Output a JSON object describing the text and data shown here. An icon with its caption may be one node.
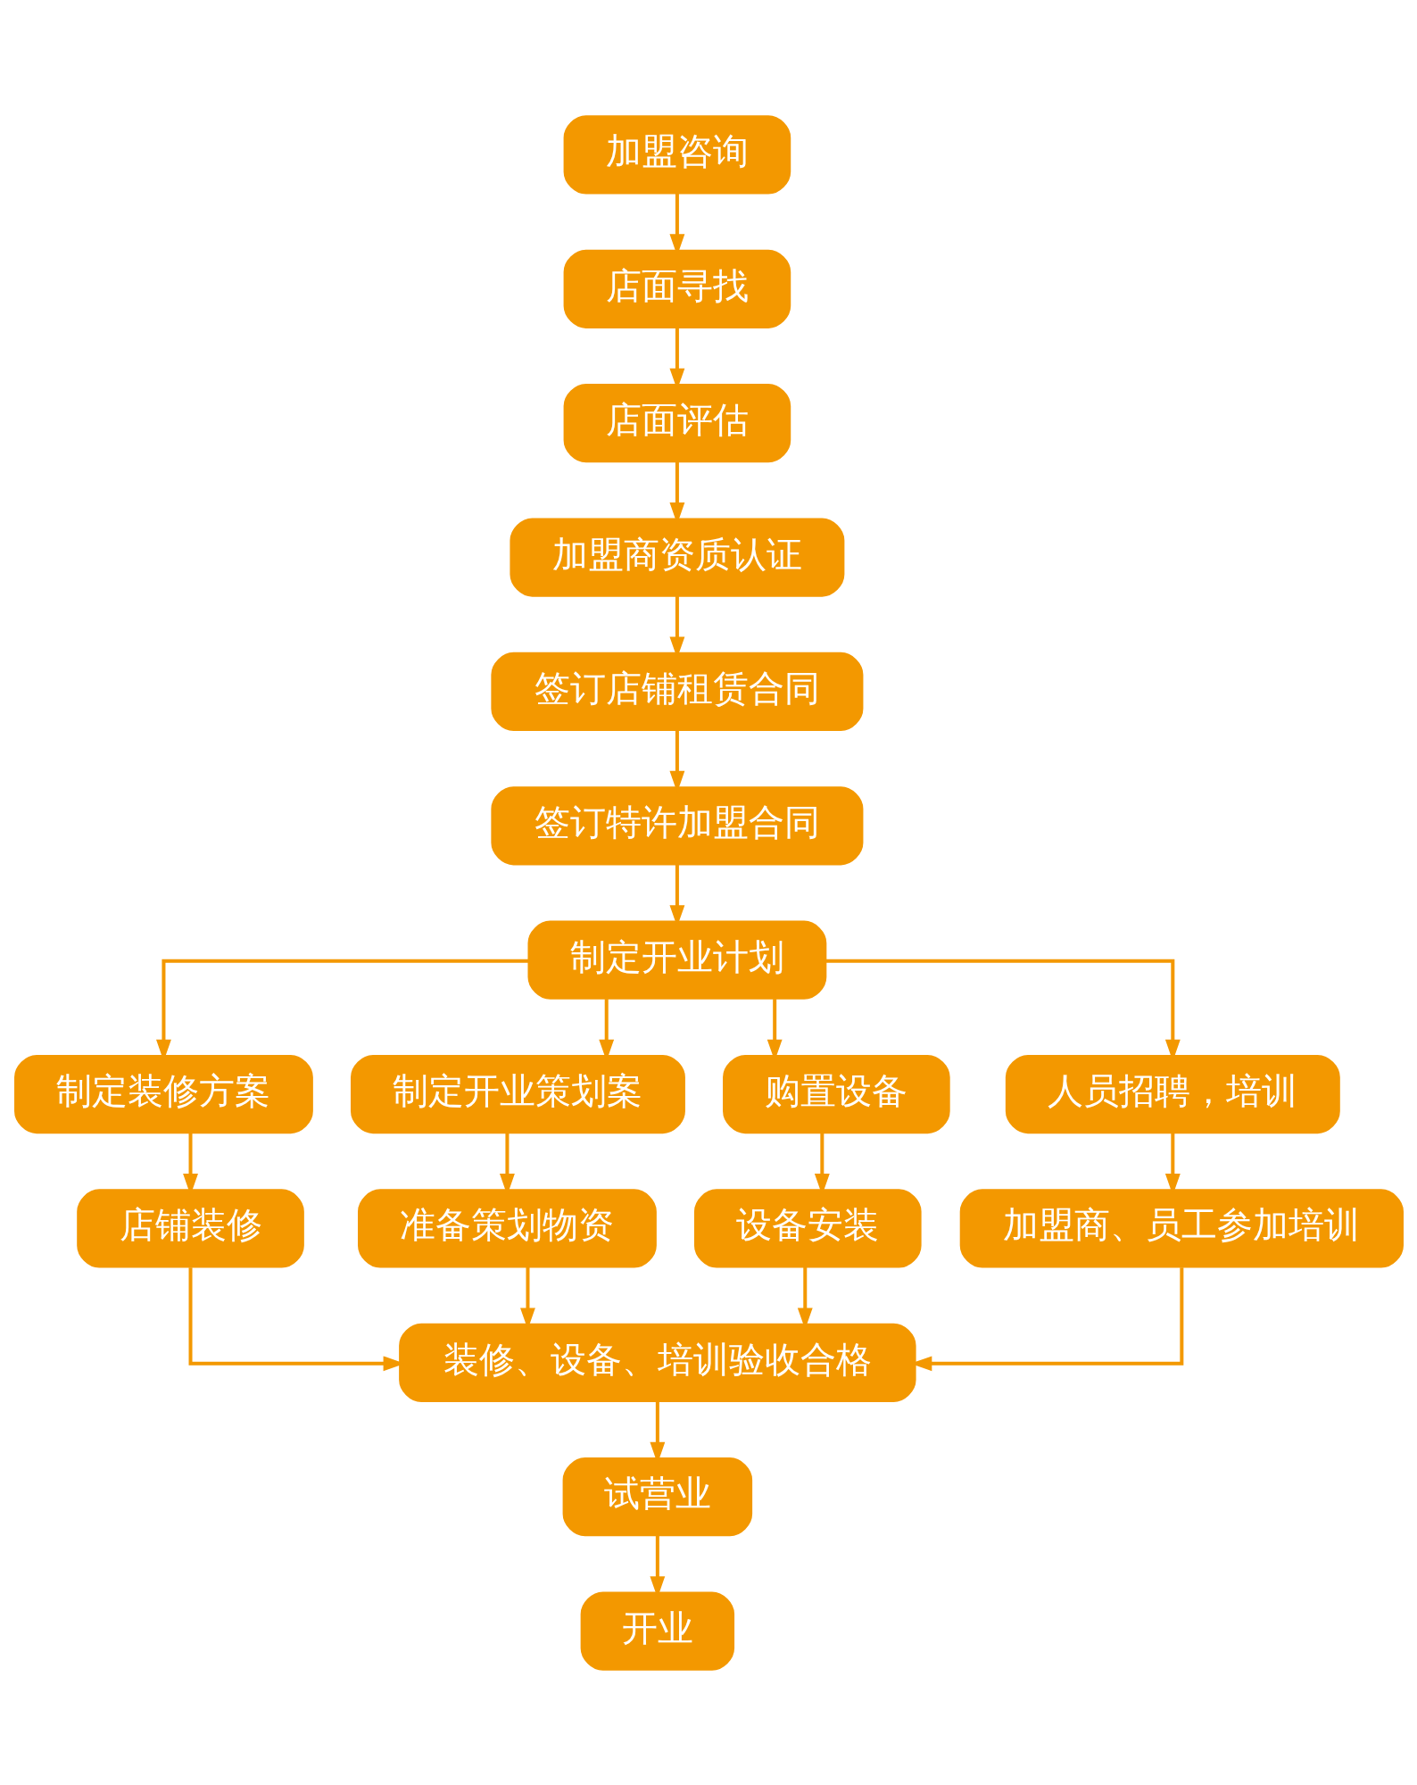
{
  "diagram": {
    "nodes": [
      {
        "text": [
          "加盟咨询"
        ]
      },
      {
        "text": [
          "店面寻找"
        ]
      },
      {
        "text": [
          "店面评估"
        ]
      },
      {
        "text": [
          "加盟商资质认证"
        ]
      },
      {
        "text": [
          "签订店铺租赁合同"
        ]
      },
      {
        "text": [
          "签订特许加盟合同"
        ]
      },
      {
        "text": [
          "制定开业计划"
        ]
      },
      {
        "text": [
          "制定装修方案"
        ]
      },
      {
        "text": [
          "制定开业策划案"
        ]
      },
      {
        "text": [
          "购置设备"
        ]
      },
      {
        "text": [
          "人员招聘，培训"
        ]
      },
      {
        "text": [
          "店铺装修"
        ]
      },
      {
        "text": [
          "准备策划物资"
        ]
      },
      {
        "text": [
          "设备安装"
        ]
      },
      {
        "text": [
          "加盟商、员工参加培训"
        ]
      },
      {
        "text": [
          "装修、设备、培训验收合格"
        ]
      },
      {
        "text": [
          "试营业"
        ]
      },
      {
        "text": [
          "开业"
        ]
      }
    ],
    "edges": [
      {
        "from": 0,
        "to": 1,
        "arrow": "to"
      },
      {
        "from": 1,
        "to": 2,
        "arrow": "to"
      },
      {
        "from": 2,
        "to": 3,
        "arrow": "to"
      },
      {
        "from": 3,
        "to": 4,
        "arrow": "to"
      },
      {
        "from": 4,
        "to": 5,
        "arrow": "to"
      },
      {
        "from": 5,
        "to": 6,
        "arrow": "to"
      },
      {
        "from": 6,
        "to": 7,
        "arrow": "to"
      },
      {
        "from": 6,
        "to": 8,
        "arrow": "to"
      },
      {
        "from": 6,
        "to": 9,
        "arrow": "to"
      },
      {
        "from": 6,
        "to": 10,
        "arrow": "to"
      },
      {
        "from": 7,
        "to": 11,
        "arrow": "to"
      },
      {
        "from": 8,
        "to": 12,
        "arrow": "to"
      },
      {
        "from": 9,
        "to": 13,
        "arrow": "to"
      },
      {
        "from": 10,
        "to": 14,
        "arrow": "to"
      },
      {
        "from": 11,
        "to": 15,
        "arrow": "to"
      },
      {
        "from": 12,
        "to": 15,
        "arrow": "to"
      },
      {
        "from": 13,
        "to": 15,
        "arrow": "to"
      },
      {
        "from": 14,
        "to": 15,
        "arrow": "to"
      },
      {
        "from": 15,
        "to": 16,
        "arrow": "to"
      },
      {
        "from": 16,
        "to": 17,
        "arrow": "to"
      }
    ]
  }
}
